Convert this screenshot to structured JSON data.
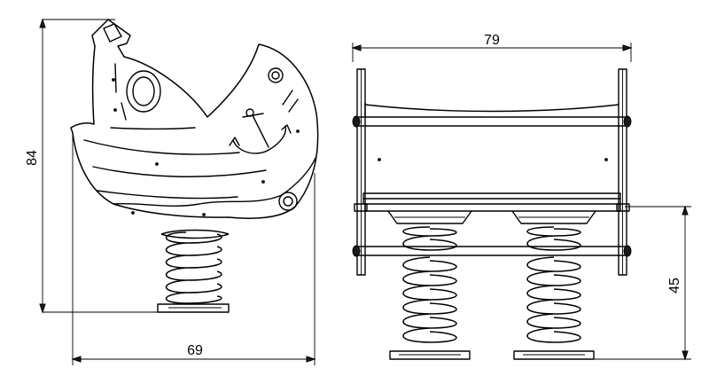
{
  "drawing": {
    "side_view": {
      "height_dimension": "84",
      "width_dimension": "69"
    },
    "front_view": {
      "width_dimension": "79",
      "seat_height_dimension": "45"
    }
  }
}
